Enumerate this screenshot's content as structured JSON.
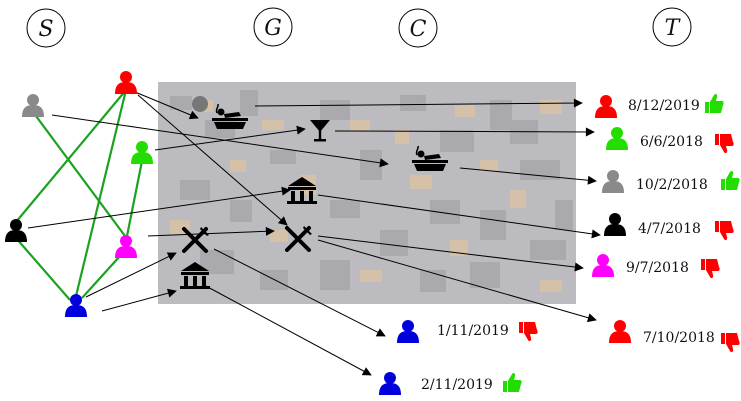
{
  "column_labels": {
    "s": "S",
    "g": "G",
    "c": "C",
    "t": "T"
  },
  "colors": {
    "red": "#ff0000",
    "gray": "#8a8a8a",
    "green": "#22dd00",
    "black": "#000000",
    "magenta": "#ff00ff",
    "blue": "#0000dd",
    "social_edge": "#1aa321",
    "map_bg": "#bcbcc0"
  },
  "users": [
    {
      "id": "s-red",
      "color": "red"
    },
    {
      "id": "s-gray",
      "color": "gray"
    },
    {
      "id": "s-green",
      "color": "green"
    },
    {
      "id": "s-black",
      "color": "black"
    },
    {
      "id": "s-magenta",
      "color": "magenta"
    },
    {
      "id": "s-blue",
      "color": "blue"
    }
  ],
  "venues": [
    {
      "id": "spa-1",
      "icon": "spa-icon"
    },
    {
      "id": "bar-1",
      "icon": "cocktail-icon"
    },
    {
      "id": "spa-2",
      "icon": "spa-icon"
    },
    {
      "id": "museum-1",
      "icon": "museum-icon"
    },
    {
      "id": "restaurant-1",
      "icon": "restaurant-icon"
    },
    {
      "id": "restaurant-2",
      "icon": "restaurant-icon"
    },
    {
      "id": "museum-2",
      "icon": "museum-icon"
    }
  ],
  "checkins": [
    {
      "user_color": "red",
      "date": "8/12/2019",
      "rating": "like"
    },
    {
      "user_color": "green",
      "date": "6/6/2018",
      "rating": "dislike"
    },
    {
      "user_color": "gray",
      "date": "10/2/2018",
      "rating": "like"
    },
    {
      "user_color": "black",
      "date": "4/7/2018",
      "rating": "dislike"
    },
    {
      "user_color": "magenta",
      "date": "9/7/2018",
      "rating": "dislike"
    },
    {
      "user_color": "red",
      "date": "7/10/2018",
      "rating": "dislike"
    },
    {
      "user_color": "blue",
      "date": "1/11/2019",
      "rating": "dislike"
    },
    {
      "user_color": "blue",
      "date": "2/11/2019",
      "rating": "like"
    }
  ]
}
